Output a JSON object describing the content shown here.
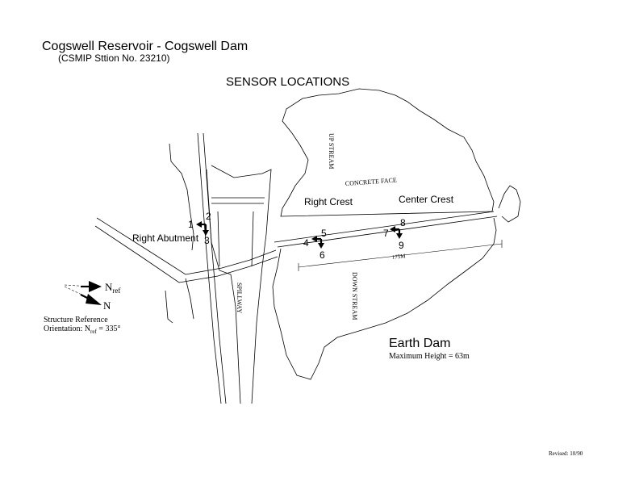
{
  "title": "Cogswell Reservoir - Cogswell Dam",
  "subtitle": "(CSMIP Sttion No. 23210)",
  "heading": "SENSOR LOCATIONS",
  "labels": {
    "upstream": "UP STREAM",
    "concrete_face": "CONCRETE FACE",
    "right_crest": "Right Crest",
    "center_crest": "Center Crest",
    "right_abutment": "Right Abutment",
    "spillway": "SPILLWAY",
    "downstream": "DOWN STREAM",
    "dimension": "175M",
    "earth_dam": "Earth Dam",
    "max_height": "Maximum Height = 63m"
  },
  "sensors": [
    {
      "id": "1"
    },
    {
      "id": "2"
    },
    {
      "id": "3"
    },
    {
      "id": "4"
    },
    {
      "id": "5"
    },
    {
      "id": "6"
    },
    {
      "id": "7"
    },
    {
      "id": "8"
    },
    {
      "id": "9"
    }
  ],
  "orientation": {
    "n_ref": "N",
    "n_ref_sub": "ref",
    "n": "N",
    "line1": "Structure Reference",
    "line2_prefix": "Orientation: N",
    "line2_sub": "ref",
    "line2_suffix": " = 335°"
  },
  "revised": "Revised: 10/90"
}
